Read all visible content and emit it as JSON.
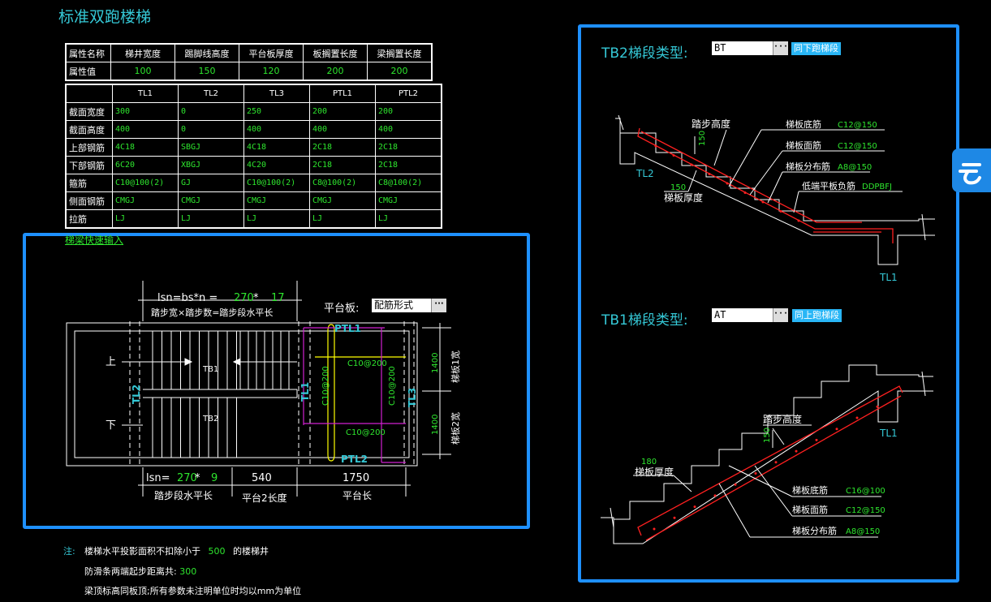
{
  "title": "标准双跑楼梯",
  "props": {
    "headers": [
      "属性名称",
      "梯井宽度",
      "踢脚线高度",
      "平台板厚度",
      "板搁置长度",
      "梁搁置长度"
    ],
    "values": [
      "属性值",
      "100",
      "150",
      "120",
      "200",
      "200"
    ]
  },
  "beams": {
    "cols": [
      "TL1",
      "TL2",
      "TL3",
      "PTL1",
      "PTL2"
    ],
    "rows": [
      {
        "name": "截面宽度",
        "v": [
          "300",
          "0",
          "250",
          "200",
          "200"
        ]
      },
      {
        "name": "截面高度",
        "v": [
          "400",
          "0",
          "400",
          "400",
          "400"
        ]
      },
      {
        "name": "上部钢筋",
        "v": [
          "4C18",
          "SBGJ",
          "4C18",
          "2C18",
          "2C18"
        ]
      },
      {
        "name": "下部钢筋",
        "v": [
          "6C20",
          "XBGJ",
          "4C20",
          "2C18",
          "2C18"
        ]
      },
      {
        "name": "箍筋",
        "v": [
          "C10@100(2)",
          "GJ",
          "C10@100(2)",
          "C8@100(2)",
          "C8@100(2)"
        ]
      },
      {
        "name": "侧面钢筋",
        "v": [
          "CMGJ",
          "CMGJ",
          "CMGJ",
          "CMGJ",
          "CMGJ"
        ]
      },
      {
        "name": "拉筋",
        "v": [
          "LJ",
          "LJ",
          "LJ",
          "LJ",
          "LJ"
        ]
      }
    ]
  },
  "quick_input": "梯梁快速输入",
  "plan": {
    "lsn_top_prefix": "lsn=bs*n = ",
    "lsn_top_a": "270",
    "lsn_top_op": " * ",
    "lsn_top_b": "17",
    "lsn_top_caption": "踏步宽×踏步数=踏步段水平长",
    "platform_label": "平台板:",
    "platform_value": "配筋形式",
    "up": "上",
    "down": "下",
    "tb1": "TB1",
    "tb2": "TB2",
    "tl2": "TL2",
    "tl1": "TL1",
    "tl3": "TL3",
    "ptl1": "PTL1",
    "ptl2": "PTL2",
    "bar_h1": "C10@200",
    "bar_h2": "C10@200",
    "bar_v1": "C10@200",
    "bar_v2": "C10@200",
    "dim1400a": "1400",
    "dim1400b": "1400",
    "w1": "梯板1宽",
    "w2": "梯板2宽",
    "lsn_bot_prefix": "lsn=",
    "lsn_bot_a": "270",
    "lsn_bot_op": " * ",
    "lsn_bot_b": "9",
    "dim540": "540",
    "dim1750": "1750",
    "cap_step": "踏步段水平长",
    "cap_plat2": "平台2长度",
    "cap_plat": "平台长"
  },
  "notes": {
    "prefix": "注:",
    "l1a": "楼梯水平投影面积不扣除小于",
    "l1v": "500",
    "l1b": "的楼梯井",
    "l2a": "防滑条两端起步距离共:",
    "l2v": "300",
    "l3": "梁顶标高同板顶;所有参数未注明单位时均以mm为单位"
  },
  "tb2": {
    "label": "TB2梯段类型:",
    "value": "BT",
    "link": "同下跑梯段",
    "step_h": "踏步高度",
    "step_h_val": "150",
    "bottom_bar": "梯板底筋",
    "bottom_val": "C12@150",
    "top_bar": "梯板面筋",
    "top_val": "C12@150",
    "dist_bar": "梯板分布筋",
    "dist_val": "A8@150",
    "low_bar": "低端平板负筋",
    "low_val": "DDPBFJ",
    "thick_val": "150",
    "thick": "梯板厚度",
    "tl2": "TL2",
    "tl1": "TL1"
  },
  "tb1": {
    "label": "TB1梯段类型:",
    "value": "AT",
    "link": "同上跑梯段",
    "step_h": "踏步高度",
    "step_h_val": "150",
    "thick_val": "180",
    "thick": "梯板厚度",
    "bottom_bar": "梯板底筋",
    "bottom_val": "C16@100",
    "top_bar": "梯板面筋",
    "top_val": "C12@150",
    "dist_bar": "梯板分布筋",
    "dist_val": "A8@150",
    "tl1": "TL1"
  },
  "colors": {
    "panel": "#1e90ff",
    "cyan": "#35c8d6",
    "green": "#2ee62e",
    "red": "#ff2020",
    "magenta": "#d020d0",
    "yellow": "#ffff00"
  },
  "side_icon": "cloud-app-icon"
}
